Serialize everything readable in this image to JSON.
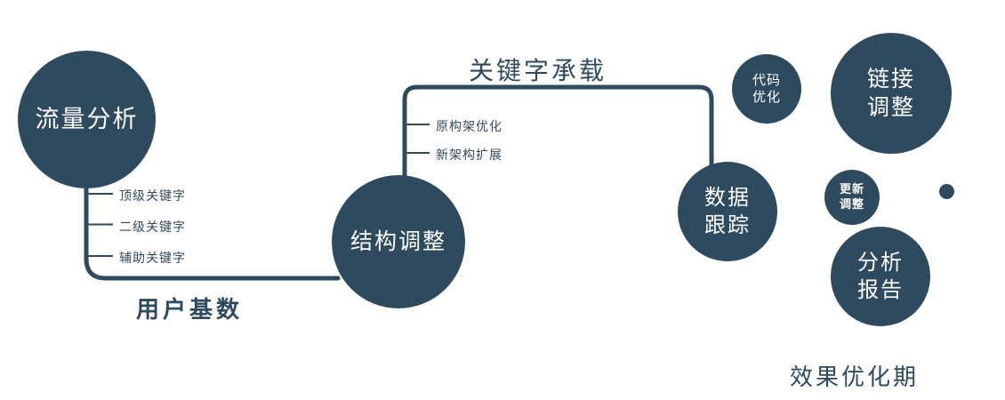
{
  "colors": {
    "primary": "#2e4a5f",
    "background": "#ffffff",
    "node_text": "#ffffff"
  },
  "nodes": {
    "traffic": {
      "label": "流量分析"
    },
    "structure": {
      "label": "结构调整"
    },
    "tracking": {
      "label": "数据\n跟踪"
    },
    "code": {
      "label": "代码\n优化"
    },
    "link": {
      "label": "链接\n调整"
    },
    "update": {
      "label": "更新\n调整"
    },
    "report": {
      "label": "分析\n报告"
    }
  },
  "edge_labels": {
    "top": "关键字承载",
    "bottom": "用户基数",
    "phase": "效果优化期"
  },
  "ticks": {
    "traffic": [
      "顶级关键字",
      "二级关键字",
      "辅助关键字"
    ],
    "structure": [
      "原构架优化",
      "新架构扩展"
    ]
  }
}
